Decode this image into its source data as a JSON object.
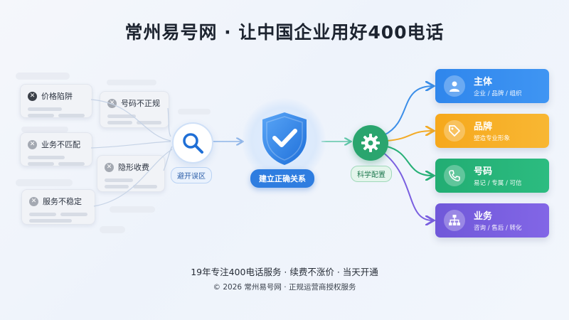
{
  "title": "常州易号网 · 让中国企业用好400电话",
  "pitfalls": [
    {
      "label": "价格陷阱"
    },
    {
      "label": "号码不正规"
    },
    {
      "label": "业务不匹配"
    },
    {
      "label": "隐形收费"
    },
    {
      "label": "服务不稳定"
    }
  ],
  "center": {
    "search_label": "避开误区",
    "shield_label": "建立正确关系",
    "gear_label": "科学配置"
  },
  "cards": [
    {
      "title": "主体",
      "sub": "企业 / 品牌 / 组织",
      "color": "#2f86ec",
      "icon": "user-icon"
    },
    {
      "title": "品牌",
      "sub": "塑造专业形象",
      "color": "#f6a81c",
      "icon": "tag-icon"
    },
    {
      "title": "号码",
      "sub": "易记 / 专属 / 可信",
      "color": "#22ad73",
      "icon": "phone-icon"
    },
    {
      "title": "业务",
      "sub": "咨询 / 售后 / 转化",
      "color": "#7058d9",
      "icon": "org-chart-icon"
    }
  ],
  "footer": {
    "line1": "19年专注400电话服务 · 续费不涨价 · 当天开通",
    "line2": "© 2026 常州易号网 · 正规运营商授权服务"
  }
}
